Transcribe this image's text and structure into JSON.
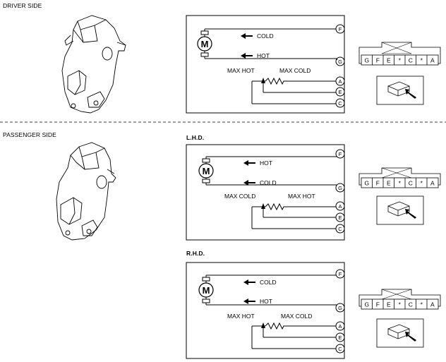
{
  "sections": {
    "driver": {
      "title": "DRIVER SIDE"
    },
    "passenger": {
      "title": "PASSENGER SIDE",
      "lhd_title": "L.H.D.",
      "rhd_title": "R.H.D."
    }
  },
  "motor_symbol": "M",
  "circuits": {
    "driver": {
      "top_arrow": "COLD",
      "bottom_arrow": "HOT",
      "left_stop": "MAX HOT",
      "right_stop": "MAX COLD"
    },
    "lhd": {
      "top_arrow": "HOT",
      "bottom_arrow": "COLD",
      "left_stop": "MAX COLD",
      "right_stop": "MAX HOT"
    },
    "rhd": {
      "top_arrow": "COLD",
      "bottom_arrow": "HOT",
      "left_stop": "MAX HOT",
      "right_stop": "MAX COLD"
    }
  },
  "terminals": [
    "F",
    "G",
    "A",
    "E",
    "C"
  ],
  "connector_pins": [
    "G",
    "F",
    "E",
    "*",
    "C",
    "*",
    "A"
  ]
}
